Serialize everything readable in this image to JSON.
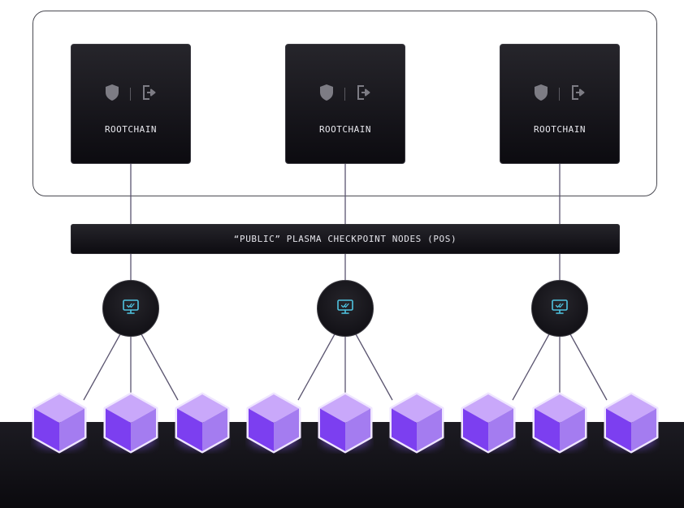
{
  "diagram": {
    "rootchains": [
      {
        "label": "ROOTCHAIN",
        "icons": [
          "shield-icon",
          "exit-icon"
        ]
      },
      {
        "label": "ROOTCHAIN",
        "icons": [
          "shield-icon",
          "exit-icon"
        ]
      },
      {
        "label": "ROOTCHAIN",
        "icons": [
          "shield-icon",
          "exit-icon"
        ]
      }
    ],
    "checkpoint_bar": {
      "label": "“PUBLIC” PLASMA CHECKPOINT NODES (POS)"
    },
    "operators": [
      {
        "icon": "monitor-check-icon",
        "children": 3
      },
      {
        "icon": "monitor-check-icon",
        "children": 3
      },
      {
        "icon": "monitor-check-icon",
        "children": 3
      }
    ],
    "colors": {
      "node_dark": "#0c0b10",
      "line": "#5b5570",
      "accent_cyan": "#4fc3e0",
      "cube_light": "#c9a8fa",
      "cube_mid": "#a47cf0",
      "cube_dark": "#7c3ff0",
      "glow": "#8b5cf6"
    }
  }
}
